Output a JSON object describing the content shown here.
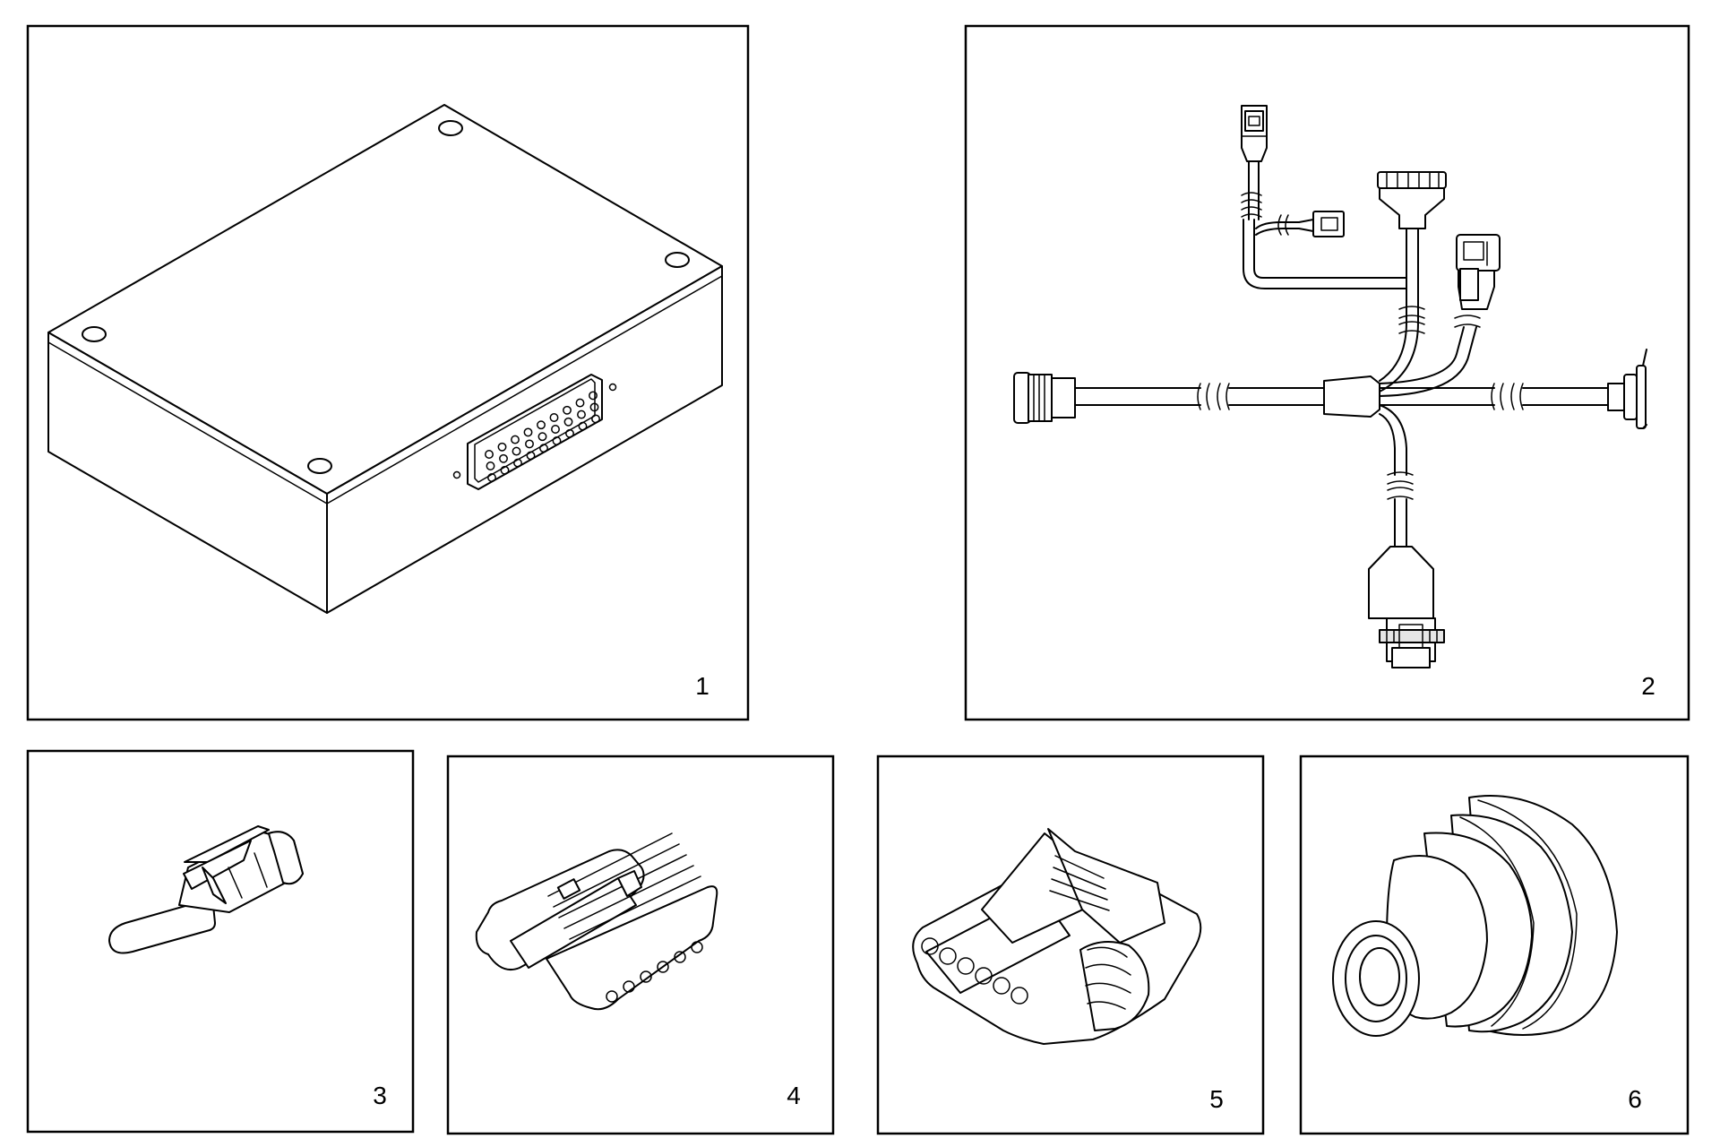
{
  "panels": [
    {
      "id": "control-module",
      "number": "1"
    },
    {
      "id": "wiring-harness",
      "number": "2"
    },
    {
      "id": "terminal",
      "number": "3"
    },
    {
      "id": "connector-male",
      "number": "4"
    },
    {
      "id": "connector-female",
      "number": "5"
    },
    {
      "id": "seal",
      "number": "6"
    }
  ]
}
